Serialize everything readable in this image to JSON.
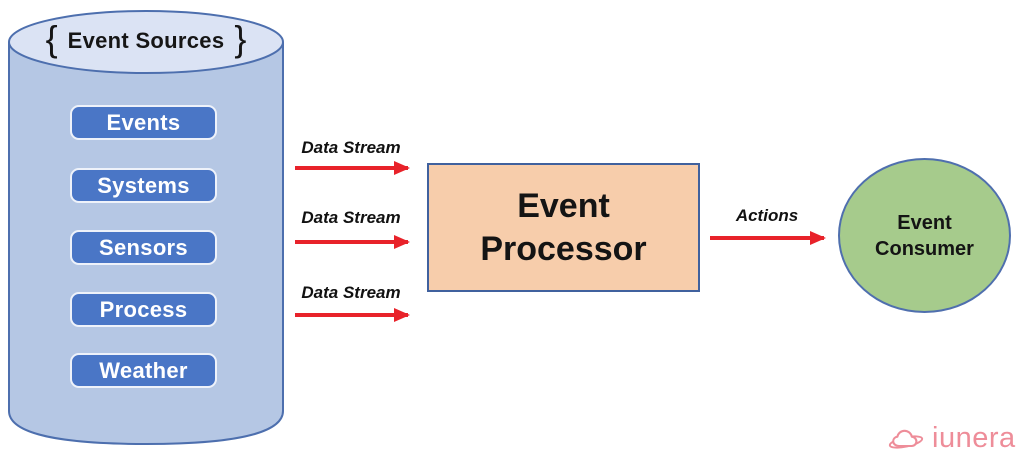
{
  "diagram": {
    "event_sources": {
      "brace_left": "{",
      "title": "Event Sources",
      "brace_right": "}",
      "items": [
        "Events",
        "Systems",
        "Sensors",
        "Process",
        "Weather"
      ]
    },
    "streams": {
      "labels": [
        "Data Stream",
        "Data Stream",
        "Data Stream"
      ]
    },
    "processor": {
      "label": "Event Processor"
    },
    "actions": {
      "label": "Actions"
    },
    "consumer": {
      "label": "Event Consumer"
    },
    "logo": {
      "text": "iunera"
    },
    "colors": {
      "cylinder_body": "#b5c7e4",
      "cylinder_top": "#dbe3f4",
      "cylinder_border": "#4d6fae",
      "button_fill": "#4a76c6",
      "processor_fill": "#f7cdab",
      "processor_border": "#40619e",
      "consumer_fill": "#a6cb8c",
      "consumer_border": "#4f6fae",
      "arrow_red": "#e8222a",
      "logo_pink": "#ee8d99"
    }
  }
}
